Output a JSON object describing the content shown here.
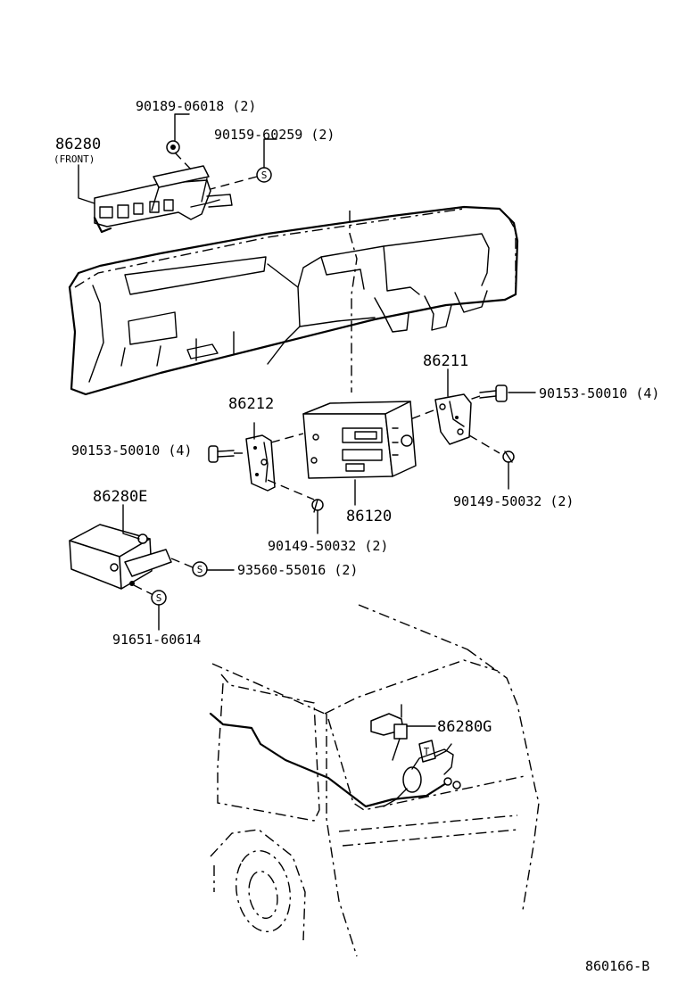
{
  "labels": {
    "p90189": "90189-06018 (2)",
    "p90159": "90159-60259 (2)",
    "p86280": "86280",
    "p86280_sub": "(FRONT)",
    "p86211": "86211",
    "p90153_right": "90153-50010 (4)",
    "p86212": "86212",
    "p90153_left": "90153-50010 (4)",
    "p90149_right": "90149-50032 (2)",
    "p90149_left": "90149-50032 (2)",
    "p86120": "86120",
    "p86280E": "86280E",
    "p93560": "93560-55016 (2)",
    "p91651": "91651-60614",
    "p86280G": "86280G",
    "diagram_code": "860166-B"
  },
  "icons": {
    "s_mark": "S",
    "t_mark": "T"
  }
}
